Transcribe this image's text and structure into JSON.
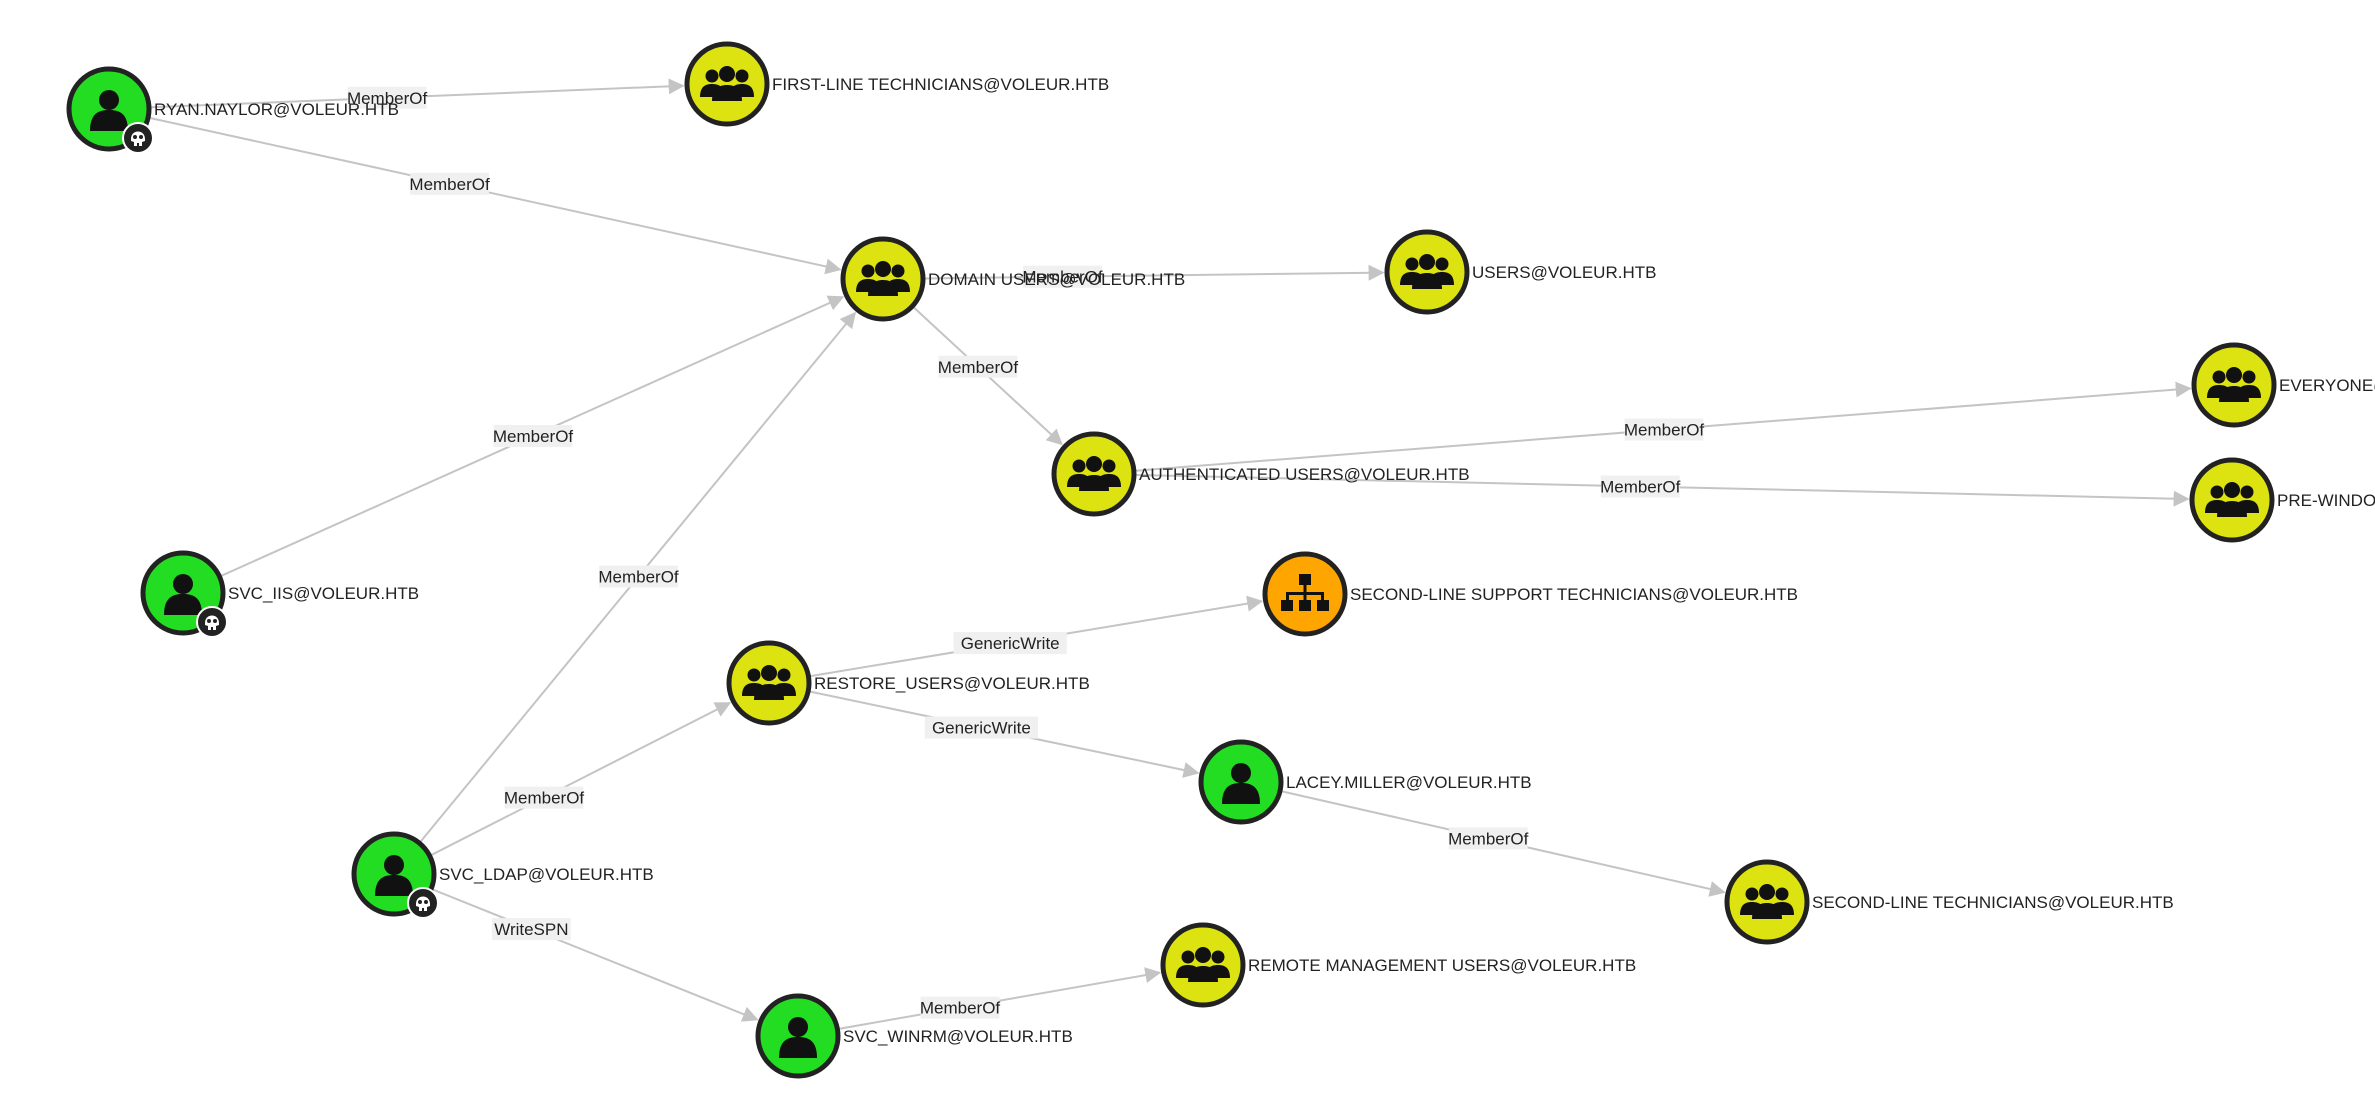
{
  "graph": {
    "node_types": {
      "user": {
        "icon": "user-icon",
        "color": "#22dd22"
      },
      "group": {
        "icon": "group-icon",
        "color": "#dde310"
      },
      "ou": {
        "icon": "ou-icon",
        "color": "#ffa500"
      }
    },
    "nodes": [
      {
        "id": "ryan",
        "label": "RYAN.NAYLOR@VOLEUR.HTB",
        "type": "user",
        "owned": true
      },
      {
        "id": "firstline",
        "label": "FIRST-LINE TECHNICIANS@VOLEUR.HTB",
        "type": "group"
      },
      {
        "id": "domusers",
        "label": "DOMAIN USERS@VOLEUR.HTB",
        "type": "group"
      },
      {
        "id": "users",
        "label": "USERS@VOLEUR.HTB",
        "type": "group"
      },
      {
        "id": "everyone",
        "label": "EVERYONE@",
        "type": "group"
      },
      {
        "id": "authusers",
        "label": "AUTHENTICATED USERS@VOLEUR.HTB",
        "type": "group"
      },
      {
        "id": "prewin",
        "label": "PRE-WINDO",
        "type": "group"
      },
      {
        "id": "svciis",
        "label": "SVC_IIS@VOLEUR.HTB",
        "type": "user",
        "owned": true
      },
      {
        "id": "secondsup",
        "label": "SECOND-LINE SUPPORT TECHNICIANS@VOLEUR.HTB",
        "type": "ou"
      },
      {
        "id": "restore",
        "label": "RESTORE_USERS@VOLEUR.HTB",
        "type": "group"
      },
      {
        "id": "lacey",
        "label": "LACEY.MILLER@VOLEUR.HTB",
        "type": "user"
      },
      {
        "id": "svcldap",
        "label": "SVC_LDAP@VOLEUR.HTB",
        "type": "user",
        "owned": true
      },
      {
        "id": "secondtech",
        "label": "SECOND-LINE TECHNICIANS@VOLEUR.HTB",
        "type": "group"
      },
      {
        "id": "remote",
        "label": "REMOTE MANAGEMENT USERS@VOLEUR.HTB",
        "type": "group"
      },
      {
        "id": "svcwinrm",
        "label": "SVC_WINRM@VOLEUR.HTB",
        "type": "user"
      }
    ],
    "edges": [
      {
        "from": "ryan",
        "to": "firstline",
        "label": "MemberOf"
      },
      {
        "from": "ryan",
        "to": "domusers",
        "label": "MemberOf"
      },
      {
        "from": "domusers",
        "to": "users",
        "label": "MemberOf"
      },
      {
        "from": "domusers",
        "to": "authusers",
        "label": "MemberOf"
      },
      {
        "from": "authusers",
        "to": "everyone",
        "label": "MemberOf"
      },
      {
        "from": "authusers",
        "to": "prewin",
        "label": "MemberOf"
      },
      {
        "from": "svciis",
        "to": "domusers",
        "label": "MemberOf"
      },
      {
        "from": "svcldap",
        "to": "domusers",
        "label": "MemberOf"
      },
      {
        "from": "svcldap",
        "to": "restore",
        "label": "MemberOf"
      },
      {
        "from": "svcldap",
        "to": "svcwinrm",
        "label": "WriteSPN"
      },
      {
        "from": "restore",
        "to": "secondsup",
        "label": "GenericWrite"
      },
      {
        "from": "restore",
        "to": "lacey",
        "label": "GenericWrite"
      },
      {
        "from": "lacey",
        "to": "secondtech",
        "label": "MemberOf"
      },
      {
        "from": "svcwinrm",
        "to": "remote",
        "label": "MemberOf"
      }
    ]
  }
}
